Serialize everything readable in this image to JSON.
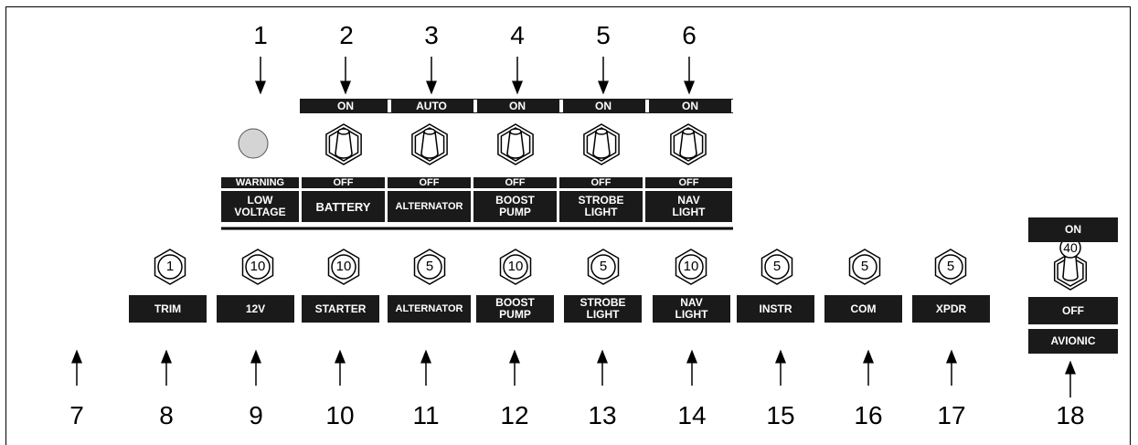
{
  "top_numbers": [
    "1",
    "2",
    "3",
    "4",
    "5",
    "6"
  ],
  "bottom_numbers": [
    "7",
    "8",
    "9",
    "10",
    "11",
    "12",
    "13",
    "14",
    "15",
    "16",
    "17",
    "18"
  ],
  "top_switch_states": [
    "ON",
    "AUTO",
    "ON",
    "ON",
    "ON"
  ],
  "off_labels": [
    "WARNING",
    "OFF",
    "OFF",
    "OFF",
    "OFF",
    "OFF"
  ],
  "top_labels": [
    "LOW\nVOLTAGE",
    "BATTERY",
    "ALTERNATOR",
    "BOOST\nPUMP",
    "STROBE\nLIGHT",
    "NAV\nLIGHT"
  ],
  "breaker_ratings": [
    "1",
    "10",
    "10",
    "5",
    "10",
    "5",
    "10",
    "5",
    "5",
    "5"
  ],
  "breaker_labels": [
    "TRIM",
    "12V",
    "STARTER",
    "ALTERNATOR",
    "BOOST\nPUMP",
    "STROBE\nLIGHT",
    "NAV\nLIGHT",
    "INSTR",
    "COM",
    "XPDR"
  ],
  "avionic": {
    "on": "ON",
    "rating": "40",
    "off": "OFF",
    "label": "AVIONIC"
  },
  "colors": {
    "label_bg": "#1a1a1a",
    "label_text": "#ffffff",
    "lamp": "#d4d4d4"
  }
}
